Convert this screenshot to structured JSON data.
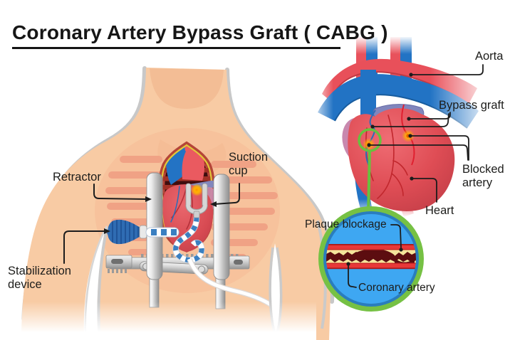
{
  "title": "Coronary Artery Bypass Graft ( CABG )",
  "labels": {
    "retractor": "Retractor",
    "suction_cup": "Suction cup",
    "stabilization_device": "Stabilization device",
    "aorta": "Aorta",
    "bypass_graft": "Bypass graft",
    "blocked_artery": "Blocked artery",
    "heart": "Heart",
    "plaque_blockage": "Plaque blockage",
    "coronary_artery": "Coronary artery"
  },
  "colors": {
    "skin": "#f8cba4",
    "rib": "#f0a084",
    "heart_red": "#df4d55",
    "vessel_blue": "#2273c4",
    "pulmonary_purple": "#8186bd",
    "atrium_pink": "#c888ae",
    "highlight_green": "#68c03e",
    "inset_fill_blue": "#3ea7f2",
    "artery_red": "#e83838",
    "plaque_yellow": "#f5e59b",
    "lumen_dark": "#5c0d10",
    "blockage_orange": "#ffb300",
    "label_black": "#1d1d1b"
  }
}
